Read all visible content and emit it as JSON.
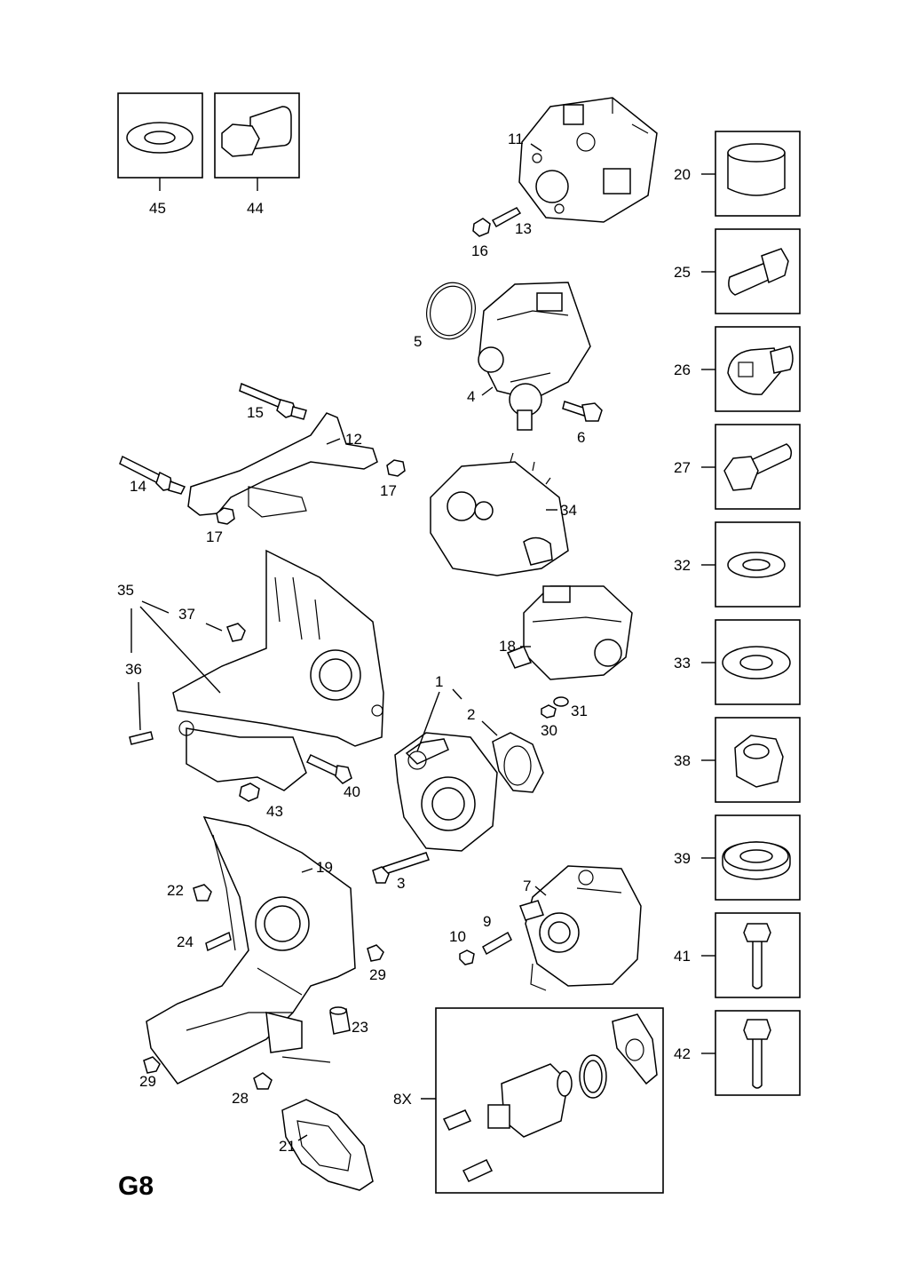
{
  "sheet": {
    "code": "G8"
  },
  "callouts": {
    "c1": "1",
    "c2": "2",
    "c3": "3",
    "c4": "4",
    "c5": "5",
    "c6": "6",
    "c7": "7",
    "c8x": "8X",
    "c9": "9",
    "c10": "10",
    "c11": "11",
    "c12": "12",
    "c13": "13",
    "c14": "14",
    "c15": "15",
    "c16": "16",
    "c17a": "17",
    "c17b": "17",
    "c18": "18",
    "c19": "19",
    "c21": "21",
    "c22": "22",
    "c23": "23",
    "c24": "24",
    "c28": "28",
    "c29a": "29",
    "c29b": "29",
    "c30": "30",
    "c31": "31",
    "c34": "34",
    "c35": "35",
    "c36": "36",
    "c37": "37",
    "c40": "40",
    "c43": "43"
  },
  "top_boxes": {
    "b45": "45",
    "b44": "44"
  },
  "right_boxes": {
    "b20": "20",
    "b25": "25",
    "b26": "26",
    "b27": "27",
    "b32": "32",
    "b33": "33",
    "b38": "38",
    "b39": "39",
    "b41": "41",
    "b42": "42"
  }
}
